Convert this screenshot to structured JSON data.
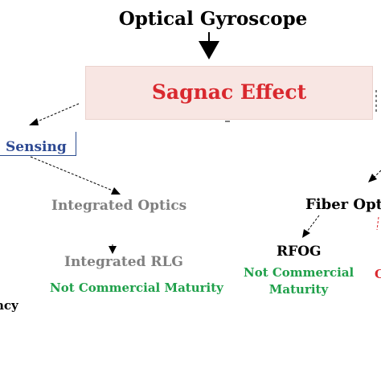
{
  "diagram": {
    "title": "Optical Gyroscope",
    "sagnac": "Sagnac Effect",
    "sensing": "Sensing",
    "integrated_optics": "Integrated Optics",
    "integrated_rlg": "Integrated RLG",
    "not_commercial_maturity_1": "Not Commercial Maturity",
    "left_fragment": "ncy",
    "fiber_optic": "Fiber Optic",
    "rfog": "RFOG",
    "not_commercial_2a": "Not Commercial",
    "not_commercial_2b": "Maturity",
    "right_fragment": "C"
  },
  "colors": {
    "sagnac_red": "#d9282e",
    "sensing_blue": "#2e4a93",
    "gray_text": "#808080",
    "green_text": "#1fa04a",
    "box_fill": "#f8e6e3"
  }
}
